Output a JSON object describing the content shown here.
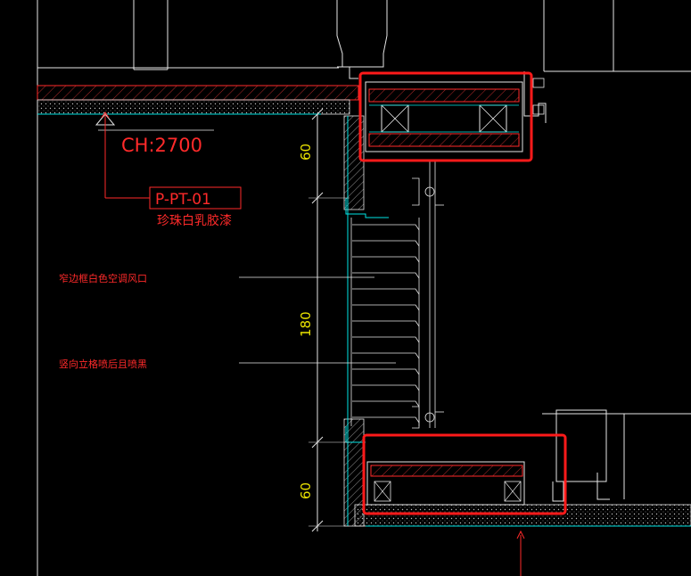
{
  "drawing": {
    "ceiling_height_label": "CH:2700",
    "material_code": "P-PT-01",
    "material_name": "珍珠白乳胶漆",
    "note_vent": "窄边框白色空调风口",
    "note_grille": "竖向立格喷后且喷黑",
    "dimensions": {
      "top": "60",
      "middle": "180",
      "bottom": "60"
    }
  },
  "colors": {
    "background": "#000000",
    "line_white": "#e6e6e6",
    "line_gray": "#9a9a9a",
    "line_red": "#ff2a2a",
    "line_cyan": "#00e5e5",
    "line_yellow": "#e8e000",
    "highlight_box": "#ff1a1a"
  }
}
